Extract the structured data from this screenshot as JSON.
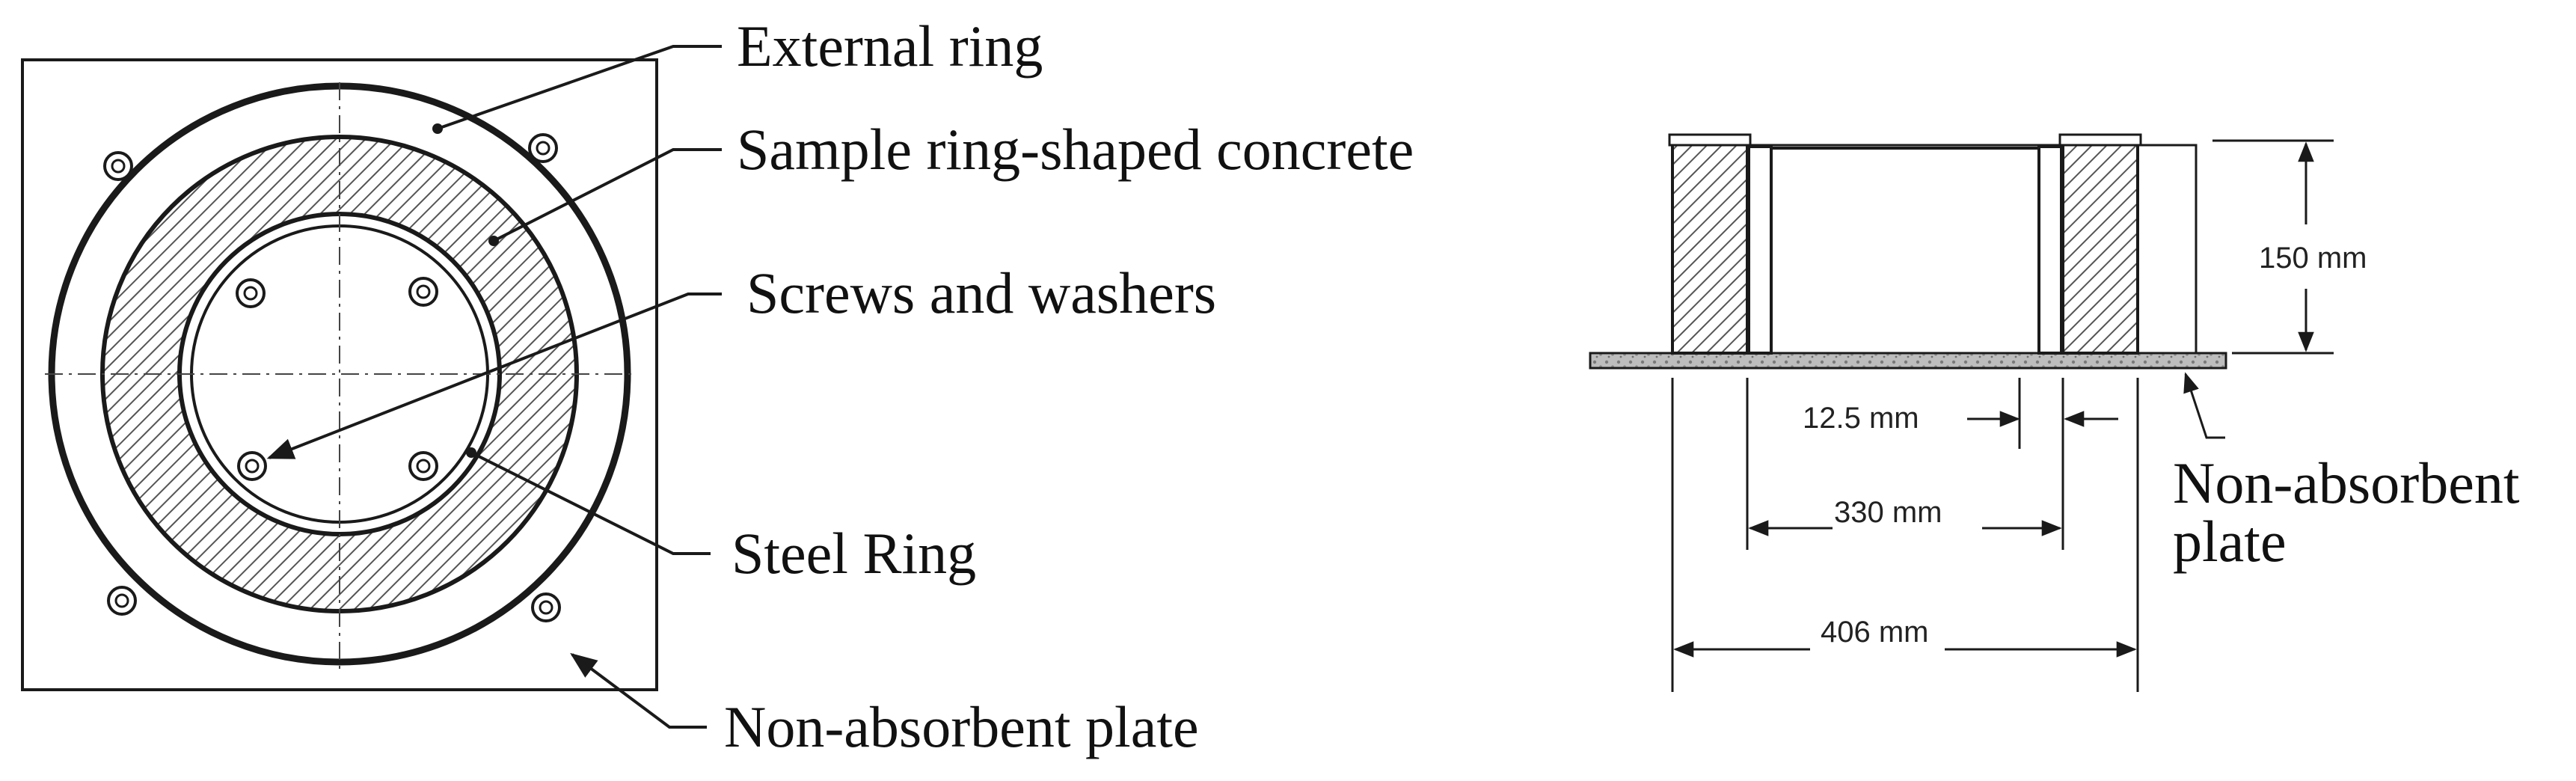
{
  "top_view": {
    "labels": {
      "external_ring": "External ring",
      "sample_ring": "Sample ring-shaped concrete",
      "screws": "Screws and washers",
      "steel_ring": "Steel Ring",
      "plate": "Non-absorbent plate"
    }
  },
  "side_view": {
    "dimensions": {
      "height": "150 mm",
      "wall": "12.5 mm",
      "inner": "330 mm",
      "outer": "406 mm"
    },
    "plate_label_line1": "Non-absorbent",
    "plate_label_line2": "plate"
  },
  "colors": {
    "stroke": "#1a1a1a",
    "hatch": "#555555",
    "plate_fill": "#b8b8b8"
  }
}
